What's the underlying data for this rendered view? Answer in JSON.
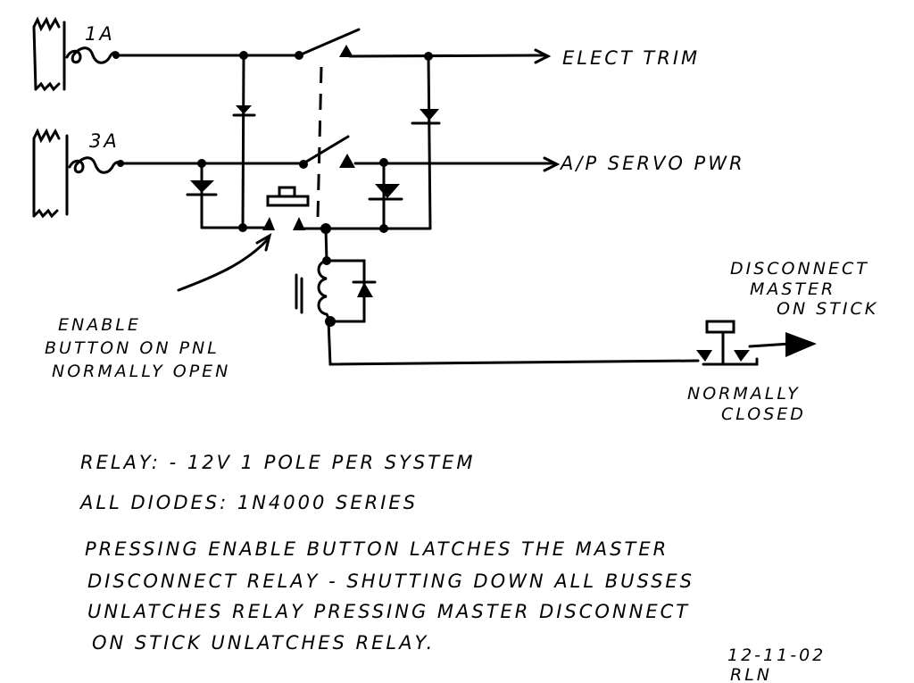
{
  "fuses": {
    "bus1_rating": "1A",
    "bus2_rating": "3A"
  },
  "outputs": {
    "top": "ELECT TRIM",
    "middle": "A/P SERVO PWR"
  },
  "enable_button_label": [
    "ENABLE",
    "BUTTON ON PNL",
    "NORMALLY OPEN"
  ],
  "disconnect_label": [
    "DISCONNECT",
    "MASTER",
    "ON STICK"
  ],
  "disconnect_state": [
    "NORMALLY",
    "CLOSED"
  ],
  "notes": {
    "relay": "RELAY: - 12V 1 POLE PER SYSTEM",
    "diodes": "ALL DIODES: 1N4000 SERIES",
    "paragraph": [
      "PRESSING ENABLE BUTTON LATCHES THE MASTER",
      "DISCONNECT RELAY - SHUTTING DOWN ALL BUSSES",
      "UNLATCHES RELAY   PRESSING MASTER DISCONNECT",
      "ON STICK UNLATCHES RELAY."
    ]
  },
  "signature": {
    "date": "12-11-02",
    "initials": "RLN"
  }
}
